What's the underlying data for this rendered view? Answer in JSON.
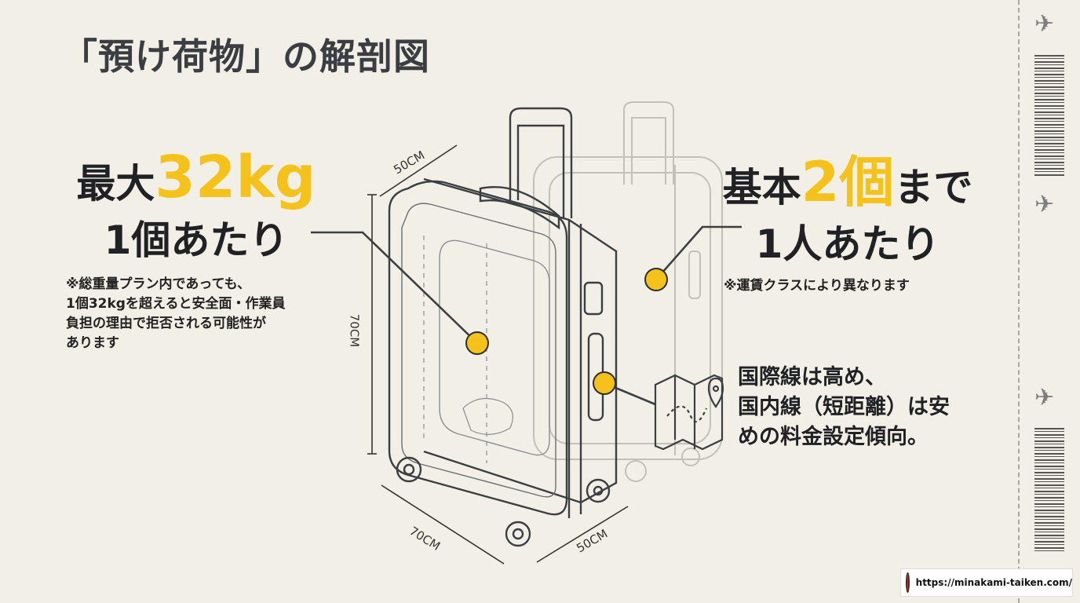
{
  "title": "「預け荷物」の解剖図",
  "left": {
    "prefix": "最大",
    "weight": "32kg",
    "per": "1個あたり",
    "note": "※総重量プラン内であっても、\n1個32kgを超えると安全面・作業員\n負担の理由で拒否される可能性が\nあります"
  },
  "right": {
    "prefix": "基本",
    "count": "2個",
    "suffix": "まで",
    "per": "1人あたり",
    "note": "※運賃クラスにより異なります"
  },
  "intl_note": "国際線は高め、\n国内線（短距離）は安\nめの料金設定傾向。",
  "dimensions": {
    "top": "50CM",
    "height": "70CM",
    "bottom_front": "70CM",
    "bottom_side": "50CM"
  },
  "footer": {
    "url": "https://minakami-taiken.com/"
  },
  "colors": {
    "accent": "#f5c21b",
    "background": "#f2f0e6",
    "text": "#1f2124"
  },
  "icons": [
    "map-pin-icon",
    "airplane-icon",
    "barcode-icon",
    "logo-icon"
  ]
}
